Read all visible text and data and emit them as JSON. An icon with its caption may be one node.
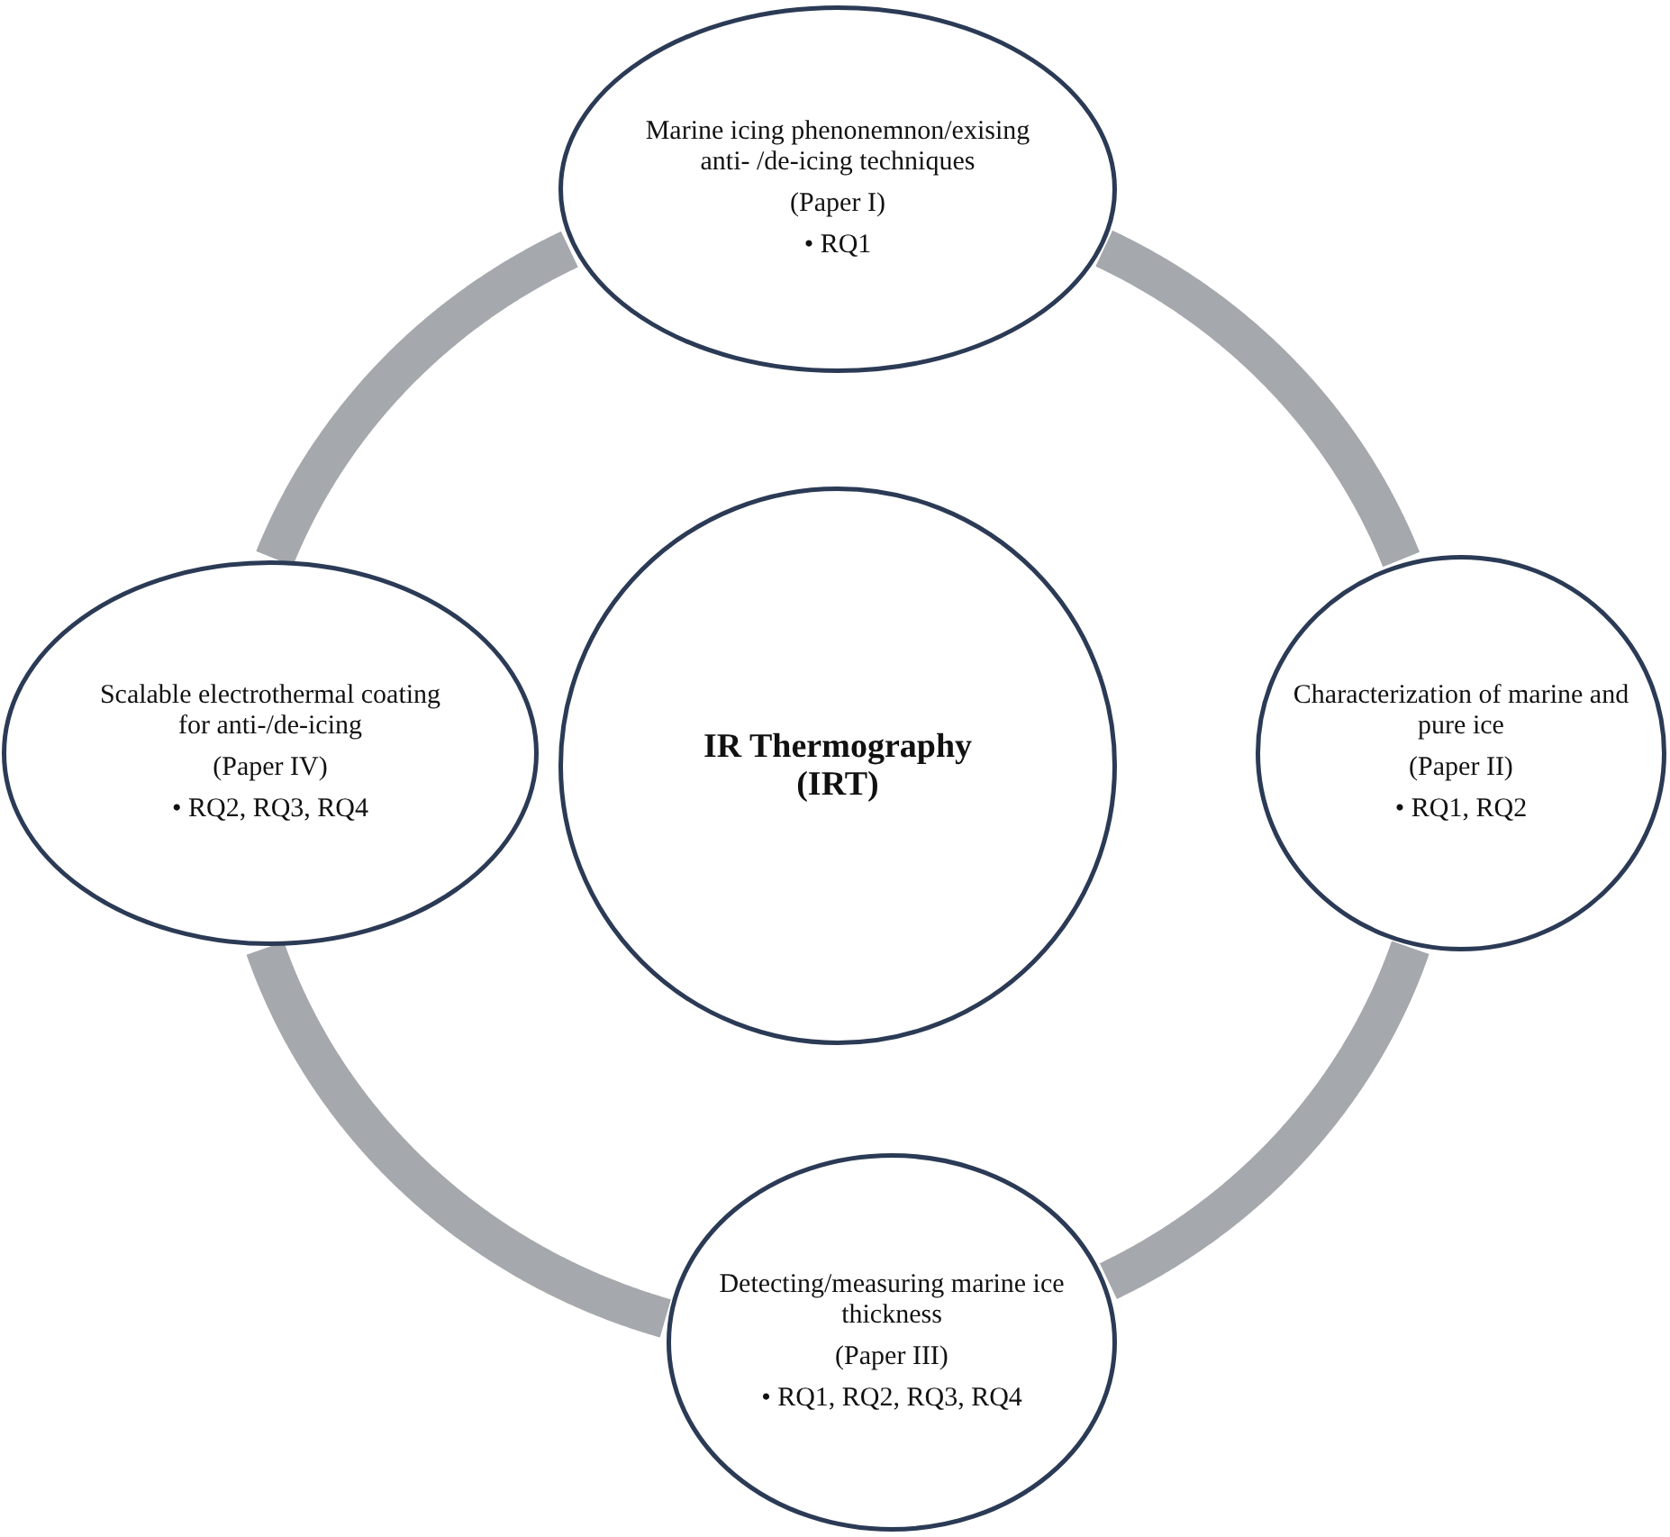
{
  "diagram": {
    "nodes": [
      {
        "text": [
          "Marine icing phenonemnon/exising anti- /de-icing techniques",
          "(Paper I)",
          "• RQ1"
        ]
      },
      {
        "text": [
          "Scalable electrothermal coating for anti-/de-icing",
          "(Paper IV)",
          "• RQ2, RQ3, RQ4"
        ]
      },
      {
        "text": [
          "IR Thermography (IRT)"
        ]
      },
      {
        "text": [
          "Characterization of marine and pure ice",
          "(Paper II)",
          "• RQ1, RQ2"
        ]
      },
      {
        "text": [
          "Detecting/measuring marine ice thickness",
          "(Paper III)",
          "• RQ1, RQ2, RQ3, RQ4"
        ]
      }
    ],
    "edges": [
      {
        "from": 0,
        "to": 3,
        "arrow": "none"
      },
      {
        "from": 3,
        "to": 4,
        "arrow": "none"
      },
      {
        "from": 4,
        "to": 1,
        "arrow": "none"
      },
      {
        "from": 1,
        "to": 0,
        "arrow": "none"
      }
    ]
  }
}
